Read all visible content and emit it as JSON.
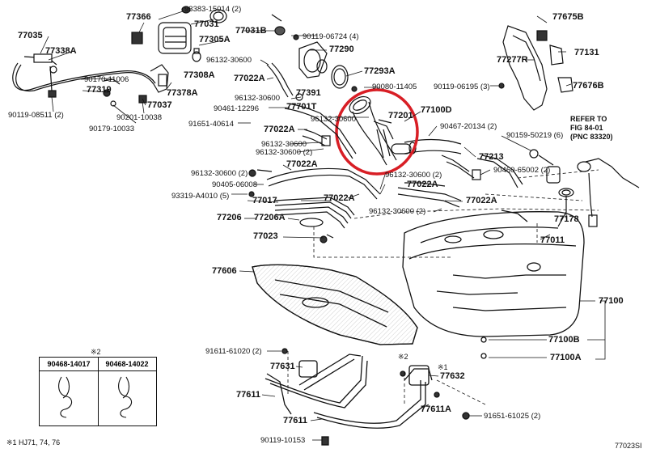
{
  "parts": [
    {
      "id": "p1",
      "text": "77366",
      "big": true
    },
    {
      "id": "p2",
      "text": "93383-15014 (2)"
    },
    {
      "id": "p3",
      "text": "77035",
      "big": true
    },
    {
      "id": "p4",
      "text": "77338A",
      "big": true
    },
    {
      "id": "p5",
      "text": "77031",
      "big": true
    },
    {
      "id": "p6",
      "text": "77031B",
      "big": true
    },
    {
      "id": "p7",
      "text": "77305A",
      "big": true
    },
    {
      "id": "p8",
      "text": "90119-06724 (4)"
    },
    {
      "id": "p9",
      "text": "77290",
      "big": true
    },
    {
      "id": "p10",
      "text": "96132-30600"
    },
    {
      "id": "p11",
      "text": "77308A",
      "big": true
    },
    {
      "id": "p12",
      "text": "77022A",
      "big": true
    },
    {
      "id": "p13",
      "text": "77293A",
      "big": true
    },
    {
      "id": "p14",
      "text": "90170-11006"
    },
    {
      "id": "p15",
      "text": "77319",
      "big": true
    },
    {
      "id": "p16",
      "text": "77378A",
      "big": true
    },
    {
      "id": "p17",
      "text": "90080-11405"
    },
    {
      "id": "p18",
      "text": "77391",
      "big": true
    },
    {
      "id": "p19",
      "text": "96132-30600"
    },
    {
      "id": "p20",
      "text": "77037",
      "big": true
    },
    {
      "id": "p21",
      "text": "90461-12296"
    },
    {
      "id": "p22",
      "text": "77701T",
      "big": true
    },
    {
      "id": "p23",
      "text": "90119-08511 (2)"
    },
    {
      "id": "p24",
      "text": "90201-10038"
    },
    {
      "id": "p25",
      "text": "96132-30600"
    },
    {
      "id": "p26",
      "text": "77201",
      "big": true
    },
    {
      "id": "p27",
      "text": "91651-40614"
    },
    {
      "id": "p28",
      "text": "90179-10033"
    },
    {
      "id": "p29",
      "text": "77022A",
      "big": true
    },
    {
      "id": "p30",
      "text": "96132-30600"
    },
    {
      "id": "p31",
      "text": "96132-30600 (2)"
    },
    {
      "id": "p32",
      "text": "77675B",
      "big": true
    },
    {
      "id": "p33",
      "text": "77131",
      "big": true
    },
    {
      "id": "p34",
      "text": "77277R",
      "big": true
    },
    {
      "id": "p35",
      "text": "90119-06195 (3)"
    },
    {
      "id": "p36",
      "text": "77676B",
      "big": true
    },
    {
      "id": "p37",
      "text": "77100D",
      "big": true
    },
    {
      "id": "p38",
      "text": "90467-20134 (2)"
    },
    {
      "id": "p39",
      "text": "77213",
      "big": true
    },
    {
      "id": "p40",
      "text": "90159-50219 (6)"
    },
    {
      "id": "p41",
      "text": "90460-65002 (2)"
    },
    {
      "id": "p42",
      "text": "77022A",
      "big": true
    },
    {
      "id": "p43",
      "text": "96132-30600 (2)"
    },
    {
      "id": "p44",
      "text": "96132-30600 (2)"
    },
    {
      "id": "p45",
      "text": "90405-06008"
    },
    {
      "id": "p46",
      "text": "77022A",
      "big": true
    },
    {
      "id": "p47",
      "text": "77022A",
      "big": true
    },
    {
      "id": "p48",
      "text": "93319-A4010 (5)"
    },
    {
      "id": "p49",
      "text": "77017",
      "big": true
    },
    {
      "id": "p50",
      "text": "77022A",
      "big": true
    },
    {
      "id": "p51",
      "text": "77206",
      "big": true
    },
    {
      "id": "p52",
      "text": "77206A",
      "big": true
    },
    {
      "id": "p53",
      "text": "96132-30600 (2)"
    },
    {
      "id": "p54",
      "text": "77178",
      "big": true
    },
    {
      "id": "p55",
      "text": "77023",
      "big": true
    },
    {
      "id": "p56",
      "text": "77011",
      "big": true
    },
    {
      "id": "p57",
      "text": "77606",
      "big": true
    },
    {
      "id": "p58",
      "text": "77100",
      "big": true
    },
    {
      "id": "p59",
      "text": "77100B",
      "big": true
    },
    {
      "id": "p60",
      "text": "91611-61020 (2)"
    },
    {
      "id": "p61",
      "text": "77100A",
      "big": true
    },
    {
      "id": "p62",
      "text": "77631",
      "big": true
    },
    {
      "id": "p63",
      "text": "77632",
      "big": true
    },
    {
      "id": "p64",
      "text": "77611",
      "big": true
    },
    {
      "id": "p65",
      "text": "77611A",
      "big": true
    },
    {
      "id": "p66",
      "text": "91651-61025 (2)"
    },
    {
      "id": "p67",
      "text": "77611",
      "big": true
    },
    {
      "id": "p68",
      "text": "90119-10153"
    }
  ],
  "refer_note": [
    "REFER TO",
    "FIG 84-01",
    "(PNC 83320)"
  ],
  "footnotes": {
    "mark2_a": "※2",
    "mark2_b": "※2",
    "mark1": "※1",
    "bottom_left": "※1  HJ71, 74, 76",
    "bottom_right": "77023SI"
  },
  "inset": {
    "left_header": "90468-14017",
    "right_header": "90468-14022"
  },
  "colors": {
    "highlight_circle": "#d81e25",
    "line": "#111111"
  }
}
